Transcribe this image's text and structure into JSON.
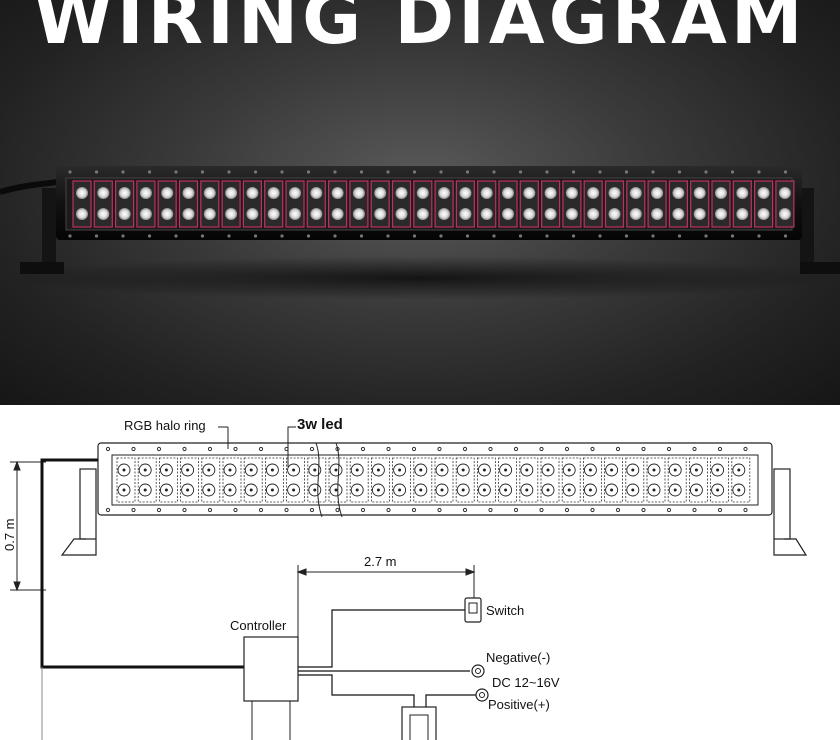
{
  "header": {
    "title": "WIRING DIAGRAM"
  },
  "labels": {
    "rgb_halo_ring": "RGB halo ring",
    "led": "3w led",
    "height_dim": "0.7 m",
    "length_dim": "2.7 m",
    "controller": "Controller",
    "switch": "Switch",
    "negative": "Negative(-)",
    "voltage": "DC 12~16V",
    "positive": "Positive(+)"
  },
  "colors": {
    "background_dark": "#2b2b2b",
    "title": "#ffffff",
    "line": "#111111",
    "halo": "#c03060"
  }
}
